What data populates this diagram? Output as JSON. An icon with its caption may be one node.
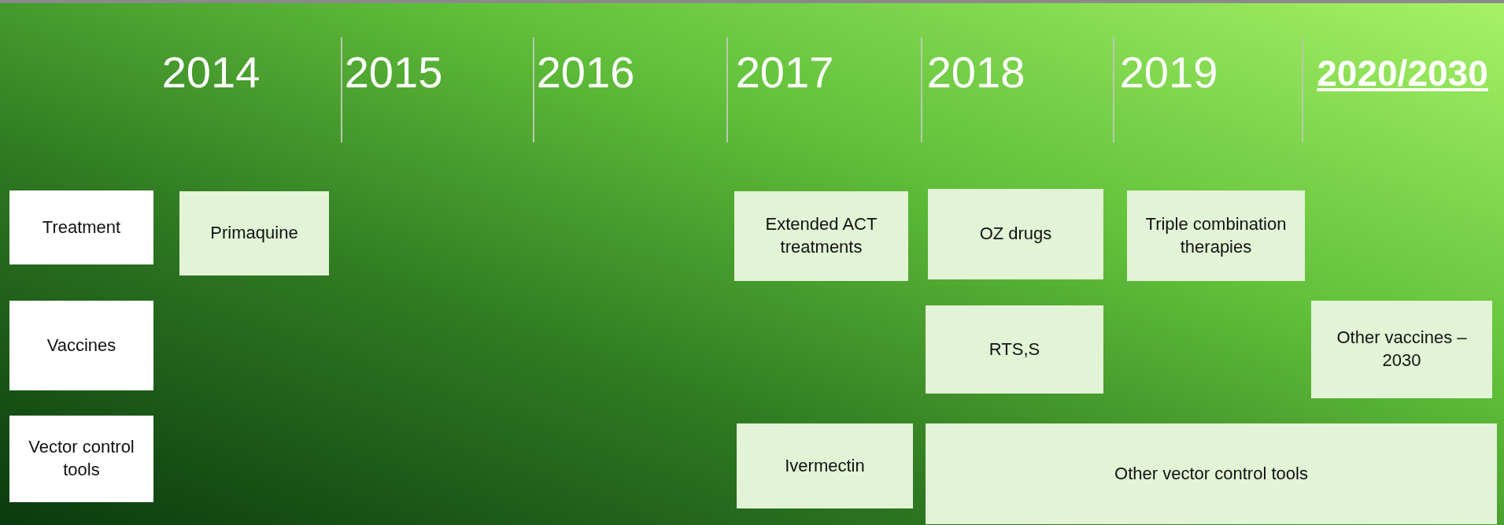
{
  "diagram": {
    "nodes": [
      {
        "text": [
          "Treatment"
        ]
      },
      {
        "text": [
          "Primaquine"
        ]
      },
      {
        "text": [
          "Extended ACT treatments"
        ]
      },
      {
        "text": [
          "OZ drugs"
        ]
      },
      {
        "text": [
          "Triple combination therapies"
        ]
      },
      {
        "text": [
          "Vaccines"
        ]
      },
      {
        "text": [
          "RTS,S"
        ]
      },
      {
        "text": [
          "Other vaccines – 2030"
        ]
      },
      {
        "text": [
          "Vector control tools"
        ]
      },
      {
        "text": [
          "Ivermectin"
        ]
      },
      {
        "text": [
          "Other vector control tools"
        ]
      }
    ],
    "edges": [],
    "labels": [
      "2014",
      "2015",
      "2016",
      "2017",
      "2018",
      "2019",
      "2020/2030"
    ]
  }
}
